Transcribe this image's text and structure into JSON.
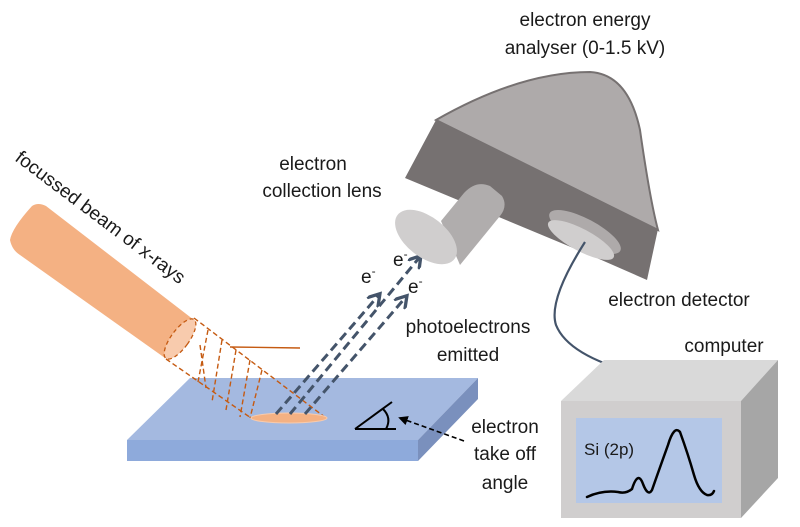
{
  "diagram": {
    "title": "X-ray photoelectron spectroscopy (XPS) setup",
    "labels": {
      "xray_beam": "focussed beam of x-rays",
      "collection_lens_line1": "electron",
      "collection_lens_line2": "collection lens",
      "analyser_line1": "electron energy",
      "analyser_line2": "analyser (0-1.5 kV)",
      "detector": "electron detector",
      "computer": "computer",
      "photoelectrons_line1": "photoelectrons",
      "photoelectrons_line2": "emitted",
      "takeoff_line1": "electron",
      "takeoff_line2": "take off",
      "takeoff_line3": "angle",
      "electron_symbol": "e",
      "electron_charge": "-",
      "screen_peak": "Si (2p)"
    },
    "colors": {
      "xray_beam": "#f4b183",
      "xray_beam_end": "#f8cbad",
      "xray_dash": "#c55a11",
      "sample_top": "#a4b9e0",
      "sample_front": "#8eaadb",
      "sample_side": "#7a90bd",
      "electron_path": "#44546a",
      "analyser_top": "#aeaaaa",
      "analyser_body": "#767171",
      "lens_side": "#b0adad",
      "lens_face": "#d0cece",
      "computer_front": "#d0cece",
      "computer_top": "#d9d9d9",
      "computer_side": "#a6a6a6",
      "screen": "#b4c7e7",
      "cable": "#44546a"
    }
  }
}
